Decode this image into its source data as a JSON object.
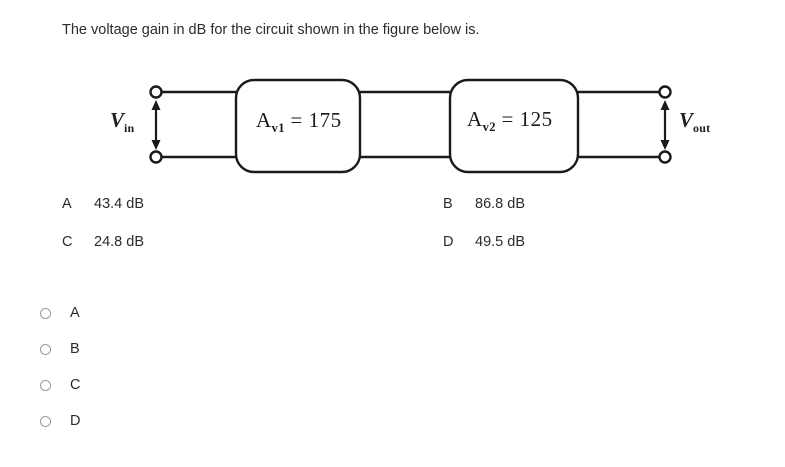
{
  "question": {
    "prompt": "The voltage gain in dB for the circuit shown in the figure below is."
  },
  "figure": {
    "input_label": {
      "symbol": "V",
      "subscript": "in"
    },
    "output_label": {
      "symbol": "V",
      "subscript": "out"
    },
    "blocks": [
      {
        "symbol": "A",
        "subscript": "v1",
        "equals": "= 175",
        "value": 175
      },
      {
        "symbol": "A",
        "subscript": "v2",
        "equals": "= 125",
        "value": 125
      }
    ],
    "line_color": "#1a1a1a"
  },
  "choices": [
    {
      "letter": "A",
      "text": "43.4 dB"
    },
    {
      "letter": "B",
      "text": "86.8 dB"
    },
    {
      "letter": "C",
      "text": "24.8 dB"
    },
    {
      "letter": "D",
      "text": "49.5 dB"
    }
  ],
  "radio_options": [
    {
      "label": "A",
      "selected": false
    },
    {
      "label": "B",
      "selected": false
    },
    {
      "label": "C",
      "selected": false
    },
    {
      "label": "D",
      "selected": false
    }
  ]
}
